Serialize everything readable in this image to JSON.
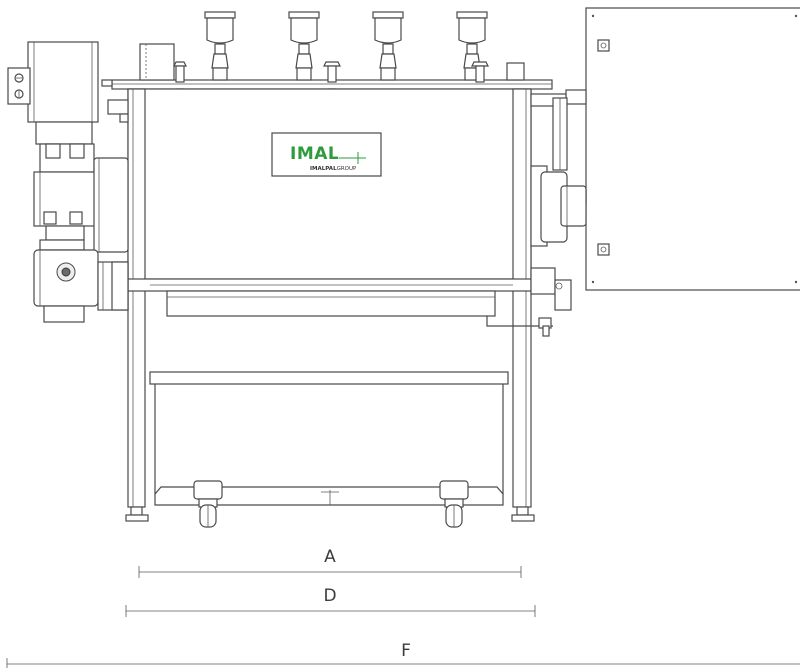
{
  "logo": {
    "brand": "IMAL",
    "group_bold": "IMALPAL",
    "group_light": "GROUP",
    "brand_color": "#2e9b3c"
  },
  "dimensions": {
    "a_label": "A",
    "d_label": "D",
    "f_label": "F"
  }
}
